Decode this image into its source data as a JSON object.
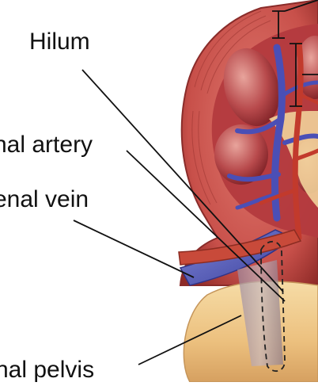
{
  "diagram": {
    "labels": {
      "hilum": "Hilum",
      "renal_artery": "nal artery",
      "renal_vein": "enal vein",
      "renal_pelvis": "nal pelvis"
    },
    "colors": {
      "cortex": "#c8504a",
      "cortex_dark": "#8e2a27",
      "medulla": "#b33a3e",
      "pyramid_light": "#d98a86",
      "vein": "#4a4fb6",
      "vein_light": "#7e85d6",
      "artery": "#c23a2c",
      "pelvis": "#f0c888",
      "pelvis_shadow": "#d9a865",
      "ureter_tube": "#b7a4a8",
      "leader_line": "#111111"
    }
  }
}
